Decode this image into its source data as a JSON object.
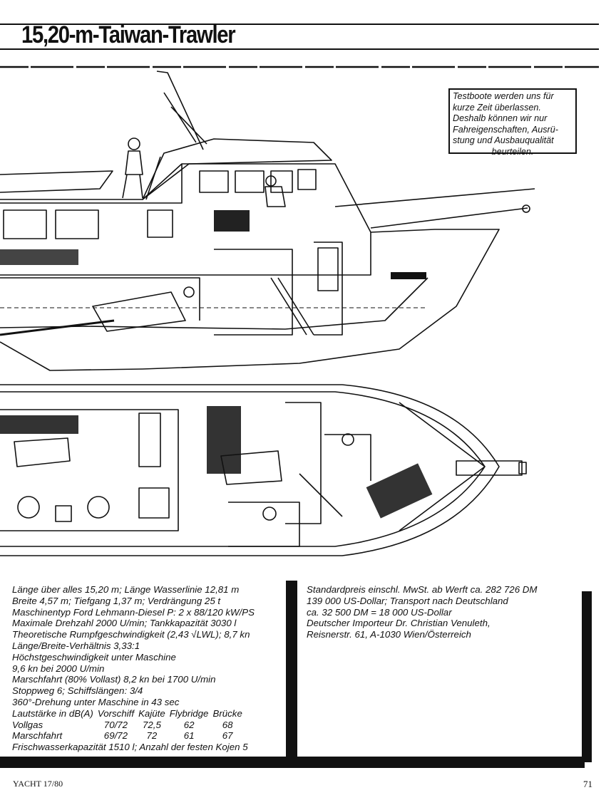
{
  "title": "15,20-m-Taiwan-Trawler",
  "notice": {
    "lines": [
      "Testboote werden uns für",
      "kurze Zeit überlassen.",
      "Deshalb können wir nur",
      "Fahreigenschaften, Ausrü-",
      "stung und Ausbauqualität",
      "beurteilen."
    ]
  },
  "specs_left": {
    "lines": [
      "Länge über alles 15,20 m; Länge Wasserlinie 12,81 m",
      "Breite 4,57 m; Tiefgang 1,37 m; Verdrängung 25 t",
      "Maschinentyp Ford Lehmann-Diesel P: 2 x 88/120 kW/PS",
      "Maximale Drehzahl 2000 U/min; Tankkapazität 3030 l",
      "Theoretische Rumpfgeschwindigkeit (2,43 √LWL); 8,7 kn",
      "Länge/Breite-Verhältnis 3,33:1",
      "Höchstgeschwindigkeit unter Maschine",
      "9,6 kn bei 2000 U/min",
      "Marschfahrt (80% Vollast) 8,2 kn bei 1700 U/min",
      "Stoppweg 6; Schiffslängen: 3/4",
      "360°-Drehung unter Maschine in 43 sec"
    ],
    "noise_table": {
      "headers": [
        "Lautstärke in dB(A)",
        "Vorschiff",
        "Kajüte",
        "Flybridge",
        "Brücke"
      ],
      "rows": [
        [
          "Vollgas",
          "70/72",
          "72,5",
          "62",
          "68"
        ],
        [
          "Marschfahrt",
          "69/72",
          "72",
          "61",
          "67"
        ]
      ]
    },
    "last_line": "Frischwasserkapazität 1510 l; Anzahl der festen Kojen 5"
  },
  "specs_right": {
    "lines": [
      "Standardpreis einschl. MwSt. ab Werft ca. 282 726 DM",
      "139 000 US-Dollar; Transport nach Deutschland",
      "ca. 32 500 DM = 18 000 US-Dollar",
      "Deutscher Importeur Dr. Christian Venuleth,",
      "Reisnerstr. 61, A-1030 Wien/Österreich"
    ]
  },
  "footer": {
    "left": "YACHT 17/80",
    "right": "71"
  }
}
